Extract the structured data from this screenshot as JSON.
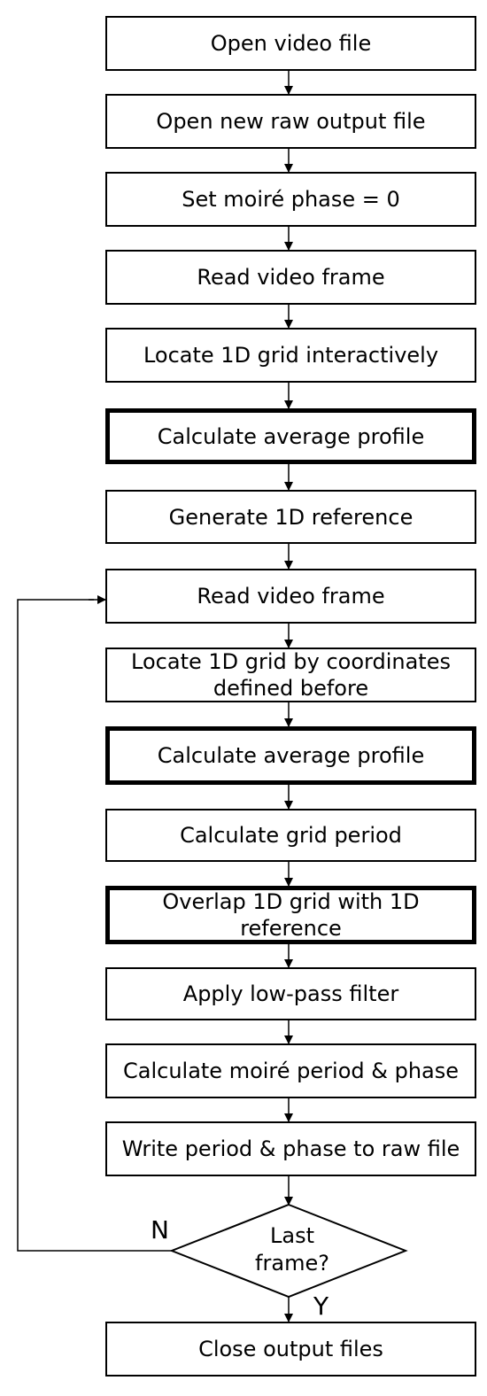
{
  "steps": [
    {
      "text": "Open video file",
      "bold": false
    },
    {
      "text": "Open new raw output file",
      "bold": false
    },
    {
      "text": "Set moiré phase = 0",
      "bold": false
    },
    {
      "text": "Read video frame",
      "bold": false
    },
    {
      "text": "Locate 1D grid interactively",
      "bold": false
    },
    {
      "text": "Calculate average profile",
      "bold": true
    },
    {
      "text": "Generate 1D reference",
      "bold": false
    },
    {
      "text": "Read video frame",
      "bold": false
    },
    {
      "text": "Locate 1D grid by coordinates defined before",
      "bold": false
    },
    {
      "text": "Calculate average profile",
      "bold": true
    },
    {
      "text": "Calculate grid period",
      "bold": false
    },
    {
      "text": "Overlap 1D grid with 1D reference",
      "bold": true
    },
    {
      "text": "Apply low-pass filter",
      "bold": false
    },
    {
      "text": "Calculate moiré period  & phase",
      "bold": false
    },
    {
      "text": "Write period & phase to raw file",
      "bold": false
    },
    {
      "text": "Close output files",
      "bold": false
    }
  ],
  "decision": {
    "text": "Last frame?",
    "no_label": "N",
    "yes_label": "Y"
  }
}
